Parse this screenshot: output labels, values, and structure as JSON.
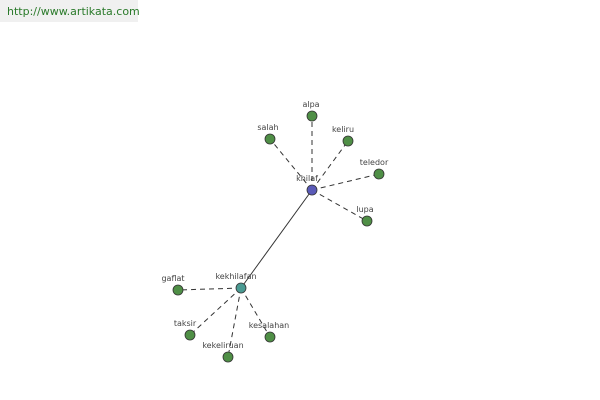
{
  "header": {
    "link_text": "http://www.artikata.com"
  },
  "graph": {
    "colors": {
      "hub": "#5a5ab8",
      "secondary_hub": "#4a9a92",
      "leaf": "#4f8f46",
      "stroke": "#333333"
    },
    "nodes": [
      {
        "id": "khilaf",
        "label": "khilaf",
        "type": "hub"
      },
      {
        "id": "kekhilafan",
        "label": "kekhilafan",
        "type": "secondary_hub"
      },
      {
        "id": "alpa",
        "label": "alpa",
        "type": "leaf"
      },
      {
        "id": "salah",
        "label": "salah",
        "type": "leaf"
      },
      {
        "id": "keliru",
        "label": "keliru",
        "type": "leaf"
      },
      {
        "id": "teledor",
        "label": "teledor",
        "type": "leaf"
      },
      {
        "id": "lupa",
        "label": "lupa",
        "type": "leaf"
      },
      {
        "id": "gaflat",
        "label": "gaflat",
        "type": "leaf"
      },
      {
        "id": "taksir",
        "label": "taksir",
        "type": "leaf"
      },
      {
        "id": "kekeliruan",
        "label": "kekeliruan",
        "type": "leaf"
      },
      {
        "id": "kesalahan",
        "label": "kesalahan",
        "type": "leaf"
      }
    ],
    "edges": [
      {
        "from": "khilaf",
        "to": "kekhilafan",
        "style": "solid"
      },
      {
        "from": "khilaf",
        "to": "alpa",
        "style": "dashed"
      },
      {
        "from": "khilaf",
        "to": "salah",
        "style": "dashed"
      },
      {
        "from": "khilaf",
        "to": "keliru",
        "style": "dashed"
      },
      {
        "from": "khilaf",
        "to": "teledor",
        "style": "dashed"
      },
      {
        "from": "khilaf",
        "to": "lupa",
        "style": "dashed"
      },
      {
        "from": "kekhilafan",
        "to": "gaflat",
        "style": "dashed"
      },
      {
        "from": "kekhilafan",
        "to": "taksir",
        "style": "dashed"
      },
      {
        "from": "kekhilafan",
        "to": "kekeliruan",
        "style": "dashed"
      },
      {
        "from": "kekhilafan",
        "to": "kesalahan",
        "style": "dashed"
      }
    ]
  }
}
